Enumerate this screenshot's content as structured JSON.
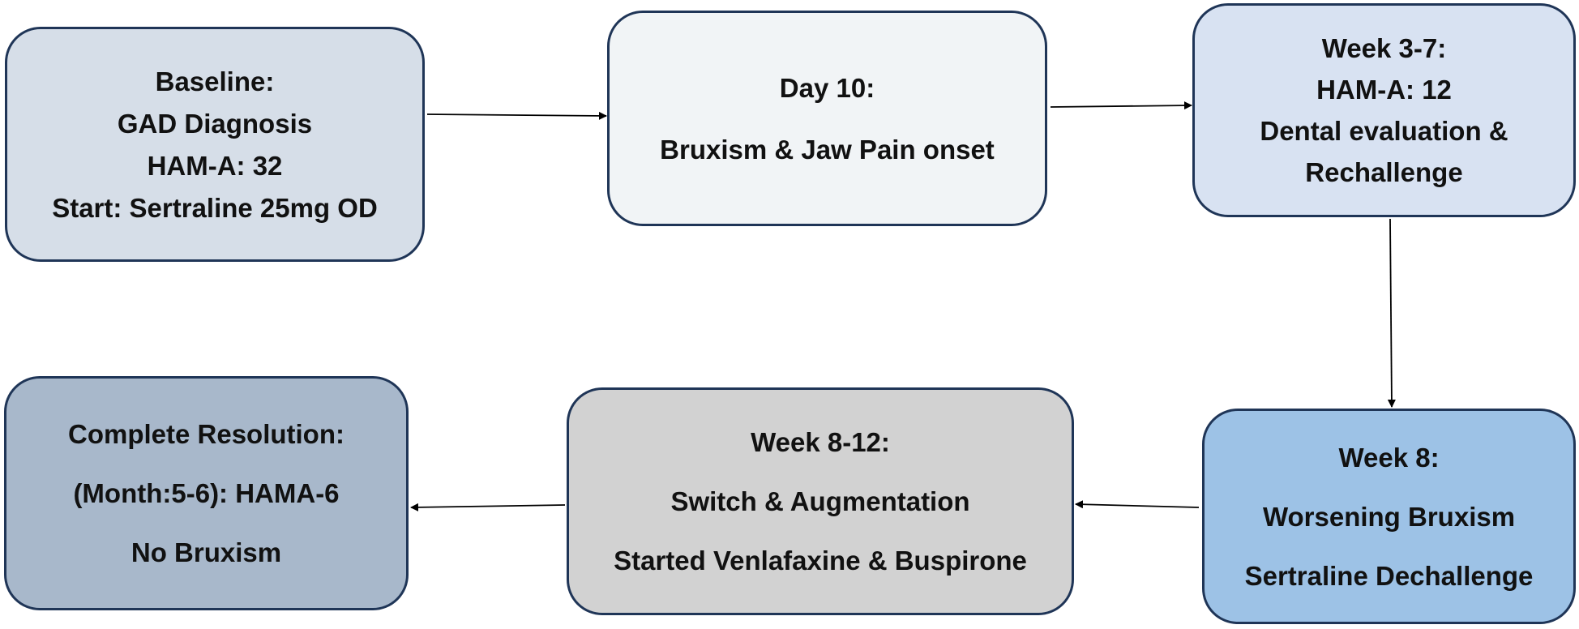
{
  "nodes": {
    "baseline": {
      "lines": [
        "Baseline:",
        "GAD Diagnosis",
        "HAM-A:  32",
        "Start: Sertraline 25mg OD"
      ],
      "color": "#d6dee8"
    },
    "day10": {
      "lines": [
        "Day 10:",
        "Bruxism & Jaw Pain onset"
      ],
      "color": "#f1f4f6"
    },
    "week37": {
      "lines": [
        "Week 3-7:",
        "HAM-A: 12",
        "Dental evaluation &",
        "Rechallenge"
      ],
      "color": "#d8e2f2"
    },
    "week8": {
      "lines": [
        "Week 8:",
        "Worsening Bruxism",
        "Sertraline Dechallenge"
      ],
      "color": "#9dc2e6"
    },
    "week812": {
      "lines": [
        "Week 8-12:",
        "Switch & Augmentation",
        "Started Venlafaxine & Buspirone"
      ],
      "color": "#d2d2d2"
    },
    "resolution": {
      "lines": [
        "Complete Resolution:",
        "(Month:5-6): HAMA-6",
        "No Bruxism"
      ],
      "color": "#a8b8cb"
    }
  },
  "edges": [
    {
      "from": "baseline",
      "to": "day10"
    },
    {
      "from": "day10",
      "to": "week37"
    },
    {
      "from": "week37",
      "to": "week8"
    },
    {
      "from": "week8",
      "to": "week812"
    },
    {
      "from": "week812",
      "to": "resolution"
    }
  ],
  "colors": {
    "border": "#1f3557",
    "arrow": "#000000"
  }
}
